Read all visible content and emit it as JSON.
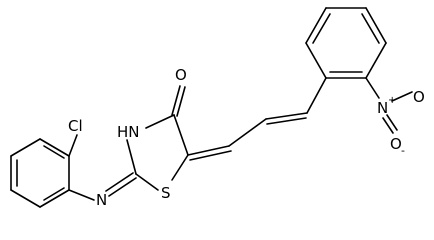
{
  "molecule": {
    "atoms": {
      "chlorine": "Cl",
      "carbonyl_oxygen": "O",
      "ring_nh": "HN",
      "ring_sulfur": "S",
      "imine_nitrogen": "N",
      "nitro_nitrogen": "N",
      "nitro_plus": "+",
      "nitro_oxygen_top": "O",
      "nitro_oxygen_bottom": "O",
      "nitro_minus": "-"
    }
  }
}
